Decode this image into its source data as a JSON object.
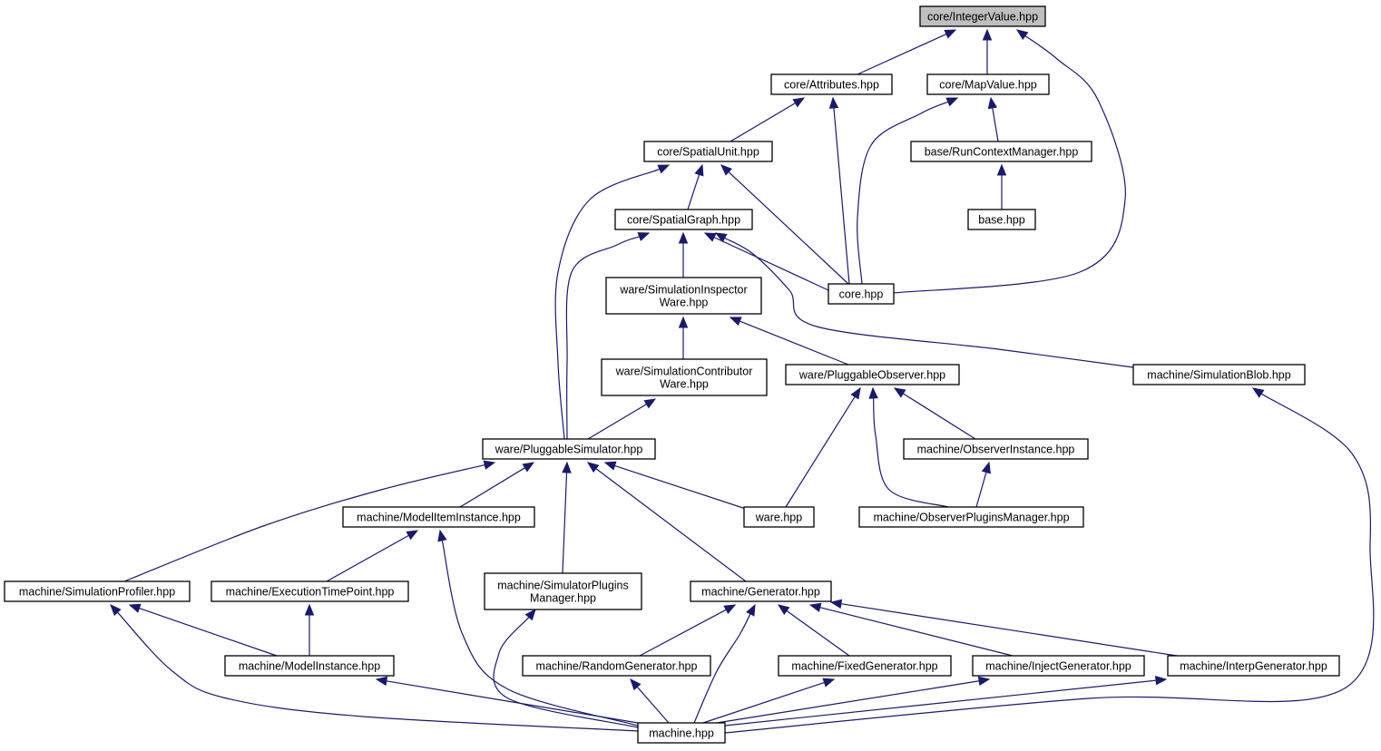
{
  "graph": {
    "edge_color": "#191970",
    "root_fill": "#bfbfbf",
    "nodes": [
      {
        "id": "integer_value",
        "lines": [
          "core/IntegerValue.hpp"
        ],
        "root": true
      },
      {
        "id": "attributes",
        "lines": [
          "core/Attributes.hpp"
        ]
      },
      {
        "id": "map_value",
        "lines": [
          "core/MapValue.hpp"
        ]
      },
      {
        "id": "spatial_unit",
        "lines": [
          "core/SpatialUnit.hpp"
        ]
      },
      {
        "id": "run_context_manager",
        "lines": [
          "base/RunContextManager.hpp"
        ]
      },
      {
        "id": "spatial_graph",
        "lines": [
          "core/SpatialGraph.hpp"
        ]
      },
      {
        "id": "base",
        "lines": [
          "base.hpp"
        ]
      },
      {
        "id": "core",
        "lines": [
          "core.hpp"
        ]
      },
      {
        "id": "sim_inspector_ware",
        "lines": [
          "ware/SimulationInspector",
          "Ware.hpp"
        ]
      },
      {
        "id": "sim_contributor_ware",
        "lines": [
          "ware/SimulationContributor",
          "Ware.hpp"
        ]
      },
      {
        "id": "pluggable_observer",
        "lines": [
          "ware/PluggableObserver.hpp"
        ]
      },
      {
        "id": "simulation_blob",
        "lines": [
          "machine/SimulationBlob.hpp"
        ]
      },
      {
        "id": "pluggable_simulator",
        "lines": [
          "ware/PluggableSimulator.hpp"
        ]
      },
      {
        "id": "observer_instance",
        "lines": [
          "machine/ObserverInstance.hpp"
        ]
      },
      {
        "id": "model_item_instance",
        "lines": [
          "machine/ModelItemInstance.hpp"
        ]
      },
      {
        "id": "ware",
        "lines": [
          "ware.hpp"
        ]
      },
      {
        "id": "observer_plugins_manager",
        "lines": [
          "machine/ObserverPluginsManager.hpp"
        ]
      },
      {
        "id": "simulation_profiler",
        "lines": [
          "machine/SimulationProfiler.hpp"
        ]
      },
      {
        "id": "execution_time_point",
        "lines": [
          "machine/ExecutionTimePoint.hpp"
        ]
      },
      {
        "id": "simulator_plugins_manager",
        "lines": [
          "machine/SimulatorPlugins",
          "Manager.hpp"
        ]
      },
      {
        "id": "generator",
        "lines": [
          "machine/Generator.hpp"
        ]
      },
      {
        "id": "model_instance",
        "lines": [
          "machine/ModelInstance.hpp"
        ]
      },
      {
        "id": "random_generator",
        "lines": [
          "machine/RandomGenerator.hpp"
        ]
      },
      {
        "id": "fixed_generator",
        "lines": [
          "machine/FixedGenerator.hpp"
        ]
      },
      {
        "id": "inject_generator",
        "lines": [
          "machine/InjectGenerator.hpp"
        ]
      },
      {
        "id": "interp_generator",
        "lines": [
          "machine/InterpGenerator.hpp"
        ]
      },
      {
        "id": "machine",
        "lines": [
          "machine.hpp"
        ]
      }
    ],
    "edges": [
      {
        "from": "attributes",
        "to": "integer_value"
      },
      {
        "from": "map_value",
        "to": "integer_value"
      },
      {
        "from": "core",
        "to": "integer_value"
      },
      {
        "from": "spatial_unit",
        "to": "attributes"
      },
      {
        "from": "core",
        "to": "attributes"
      },
      {
        "from": "run_context_manager",
        "to": "map_value"
      },
      {
        "from": "core",
        "to": "map_value"
      },
      {
        "from": "spatial_graph",
        "to": "spatial_unit"
      },
      {
        "from": "core",
        "to": "spatial_unit"
      },
      {
        "from": "pluggable_simulator",
        "to": "spatial_unit"
      },
      {
        "from": "base",
        "to": "run_context_manager"
      },
      {
        "from": "sim_inspector_ware",
        "to": "spatial_graph"
      },
      {
        "from": "core",
        "to": "spatial_graph"
      },
      {
        "from": "simulation_blob",
        "to": "spatial_graph"
      },
      {
        "from": "pluggable_simulator",
        "to": "spatial_graph"
      },
      {
        "from": "sim_contributor_ware",
        "to": "sim_inspector_ware"
      },
      {
        "from": "pluggable_observer",
        "to": "sim_inspector_ware"
      },
      {
        "from": "pluggable_simulator",
        "to": "sim_contributor_ware"
      },
      {
        "from": "machine",
        "to": "simulation_blob"
      },
      {
        "from": "observer_instance",
        "to": "pluggable_observer"
      },
      {
        "from": "ware",
        "to": "pluggable_observer"
      },
      {
        "from": "observer_plugins_manager",
        "to": "pluggable_observer"
      },
      {
        "from": "observer_plugins_manager",
        "to": "observer_instance"
      },
      {
        "from": "simulation_profiler",
        "to": "pluggable_simulator"
      },
      {
        "from": "model_item_instance",
        "to": "pluggable_simulator"
      },
      {
        "from": "simulator_plugins_manager",
        "to": "pluggable_simulator"
      },
      {
        "from": "generator",
        "to": "pluggable_simulator"
      },
      {
        "from": "ware",
        "to": "pluggable_simulator"
      },
      {
        "from": "execution_time_point",
        "to": "model_item_instance"
      },
      {
        "from": "machine",
        "to": "model_item_instance"
      },
      {
        "from": "model_instance",
        "to": "simulation_profiler"
      },
      {
        "from": "machine",
        "to": "simulation_profiler"
      },
      {
        "from": "model_instance",
        "to": "execution_time_point"
      },
      {
        "from": "machine",
        "to": "simulator_plugins_manager"
      },
      {
        "from": "random_generator",
        "to": "generator"
      },
      {
        "from": "fixed_generator",
        "to": "generator"
      },
      {
        "from": "inject_generator",
        "to": "generator"
      },
      {
        "from": "interp_generator",
        "to": "generator"
      },
      {
        "from": "machine",
        "to": "generator"
      },
      {
        "from": "machine",
        "to": "model_instance"
      },
      {
        "from": "machine",
        "to": "random_generator"
      },
      {
        "from": "machine",
        "to": "fixed_generator"
      },
      {
        "from": "machine",
        "to": "inject_generator"
      },
      {
        "from": "machine",
        "to": "interp_generator"
      }
    ]
  }
}
